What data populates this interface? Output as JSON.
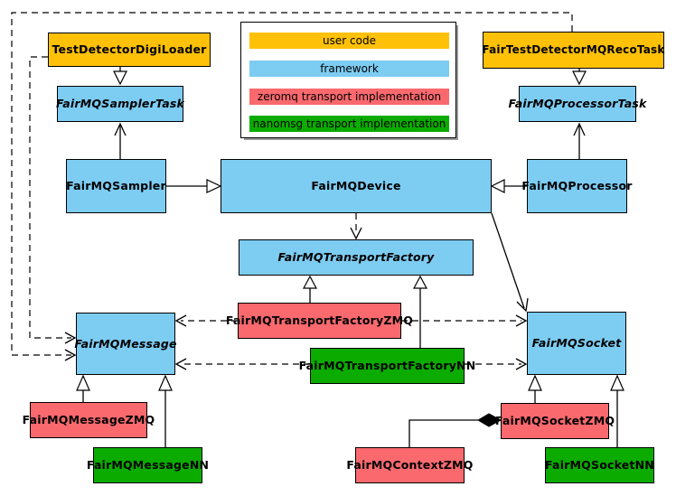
{
  "colors": {
    "user_code": "#FFC107",
    "framework": "#7DCCF2",
    "zeromq": "#F9696E",
    "nanomsg": "#0BAB00"
  },
  "legend": {
    "items": [
      {
        "label": "user code",
        "color_key": "user_code"
      },
      {
        "label": "framework",
        "color_key": "framework"
      },
      {
        "label": "zeromq transport implementation",
        "color_key": "zeromq"
      },
      {
        "label": "nanomsg transport implementation",
        "color_key": "nanomsg"
      }
    ]
  },
  "nodes": {
    "digiloader": {
      "label": "TestDetectorDigiLoader",
      "category": "user_code",
      "abstract": false
    },
    "recotask": {
      "label": "FairTestDetectorMQRecoTask",
      "category": "user_code",
      "abstract": false
    },
    "samplertask": {
      "label": "FairMQSamplerTask",
      "category": "framework",
      "abstract": true
    },
    "processortask": {
      "label": "FairMQProcessorTask",
      "category": "framework",
      "abstract": true
    },
    "sampler": {
      "label": "FairMQSampler",
      "category": "framework",
      "abstract": false
    },
    "device": {
      "label": "FairMQDevice",
      "category": "framework",
      "abstract": false
    },
    "processor": {
      "label": "FairMQProcessor",
      "category": "framework",
      "abstract": false
    },
    "transportfactory": {
      "label": "FairMQTransportFactory",
      "category": "framework",
      "abstract": true
    },
    "transportfactoryzmq": {
      "label": "FairMQTransportFactoryZMQ",
      "category": "zeromq",
      "abstract": false
    },
    "transportfactorynn": {
      "label": "FairMQTransportFactoryNN",
      "category": "nanomsg",
      "abstract": false
    },
    "message": {
      "label": "FairMQMessage",
      "category": "framework",
      "abstract": true
    },
    "socket": {
      "label": "FairMQSocket",
      "category": "framework",
      "abstract": true
    },
    "messagezmq": {
      "label": "FairMQMessageZMQ",
      "category": "zeromq",
      "abstract": false
    },
    "messagenn": {
      "label": "FairMQMessageNN",
      "category": "nanomsg",
      "abstract": false
    },
    "socketzmq": {
      "label": "FairMQSocketZMQ",
      "category": "zeromq",
      "abstract": false
    },
    "contextzmq": {
      "label": "FairMQContextZMQ",
      "category": "zeromq",
      "abstract": false
    },
    "socketnn": {
      "label": "FairMQSocketNN",
      "category": "nanomsg",
      "abstract": false
    }
  },
  "edges": [
    {
      "from": "digiloader",
      "to": "samplertask",
      "type": "inheritance",
      "style": "solid"
    },
    {
      "from": "recotask",
      "to": "processortask",
      "type": "inheritance",
      "style": "solid"
    },
    {
      "from": "sampler",
      "to": "samplertask",
      "type": "usage",
      "style": "solid"
    },
    {
      "from": "processor",
      "to": "processortask",
      "type": "usage",
      "style": "solid"
    },
    {
      "from": "sampler",
      "to": "device",
      "type": "inheritance",
      "style": "solid"
    },
    {
      "from": "processor",
      "to": "device",
      "type": "inheritance",
      "style": "solid"
    },
    {
      "from": "device",
      "to": "transportfactory",
      "type": "dependency",
      "style": "dashed"
    },
    {
      "from": "device",
      "to": "socket",
      "type": "usage",
      "style": "solid"
    },
    {
      "from": "transportfactoryzmq",
      "to": "transportfactory",
      "type": "inheritance",
      "style": "solid"
    },
    {
      "from": "transportfactorynn",
      "to": "transportfactory",
      "type": "inheritance",
      "style": "solid"
    },
    {
      "from": "transportfactoryzmq",
      "to": "message",
      "type": "dependency",
      "style": "dashed"
    },
    {
      "from": "transportfactoryzmq",
      "to": "socket",
      "type": "dependency",
      "style": "dashed"
    },
    {
      "from": "transportfactorynn",
      "to": "message",
      "type": "dependency",
      "style": "dashed"
    },
    {
      "from": "transportfactorynn",
      "to": "socket",
      "type": "dependency",
      "style": "dashed"
    },
    {
      "from": "messagezmq",
      "to": "message",
      "type": "inheritance",
      "style": "solid"
    },
    {
      "from": "messagenn",
      "to": "message",
      "type": "inheritance",
      "style": "solid"
    },
    {
      "from": "socketzmq",
      "to": "socket",
      "type": "inheritance",
      "style": "solid"
    },
    {
      "from": "socketnn",
      "to": "socket",
      "type": "inheritance",
      "style": "solid"
    },
    {
      "from": "contextzmq",
      "to": "socketzmq",
      "type": "composition",
      "style": "solid"
    },
    {
      "from": "digiloader",
      "to": "message",
      "type": "dependency",
      "style": "dashed"
    },
    {
      "from": "recotask",
      "to": "message",
      "type": "dependency",
      "style": "dashed"
    }
  ]
}
